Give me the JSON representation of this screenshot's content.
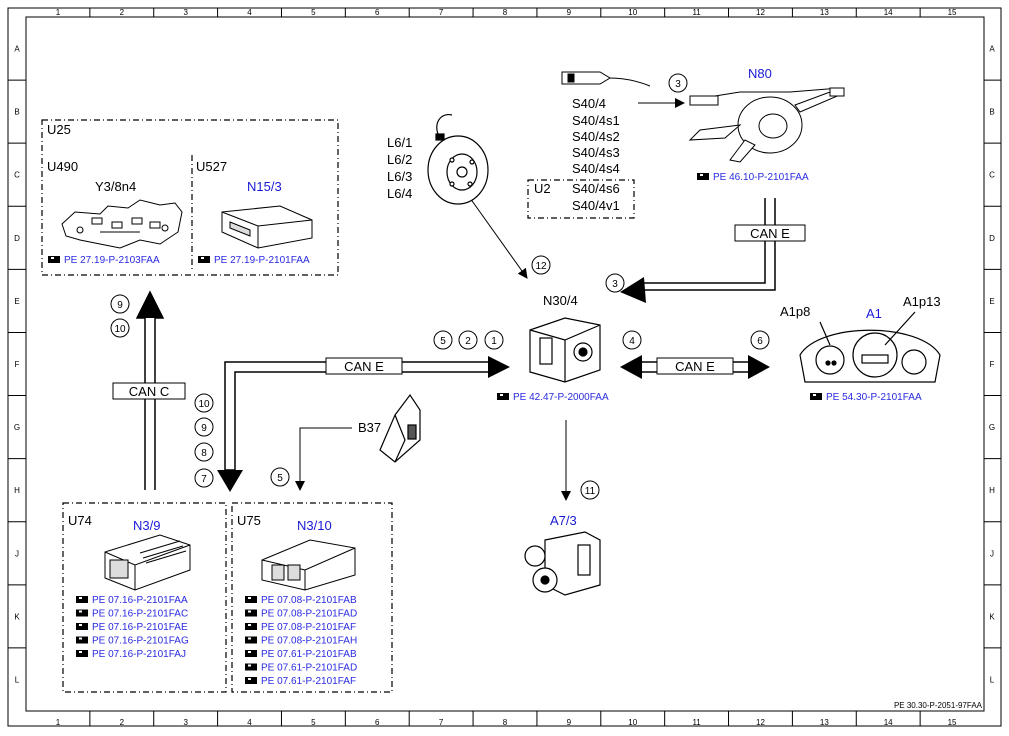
{
  "grid": {
    "columns": [
      "1",
      "2",
      "3",
      "4",
      "5",
      "6",
      "7",
      "8",
      "9",
      "10",
      "11",
      "12",
      "13",
      "14",
      "15"
    ],
    "rows": [
      "A",
      "B",
      "C",
      "D",
      "E",
      "F",
      "G",
      "H",
      "J",
      "K",
      "L"
    ]
  },
  "footer_code": "PE 30.30-P-2051-97FAA",
  "u25_group": {
    "label": "U25",
    "u490": {
      "label": "U490",
      "part": "Y3/8n4",
      "ref": "PE 27.19-P-2103FAA"
    },
    "u527": {
      "label": "U527",
      "part": "N15/3",
      "ref": "PE 27.19-P-2101FAA"
    }
  },
  "u74": {
    "label": "U74",
    "part": "N3/9",
    "refs": [
      "PE 07.16-P-2101FAA",
      "PE 07.16-P-2101FAC",
      "PE 07.16-P-2101FAE",
      "PE 07.16-P-2101FAG",
      "PE 07.16-P-2101FAJ"
    ]
  },
  "u75": {
    "label": "U75",
    "part": "N3/10",
    "refs": [
      "PE 07.08-P-2101FAB",
      "PE 07.08-P-2101FAD",
      "PE 07.08-P-2101FAF",
      "PE 07.08-P-2101FAH",
      "PE 07.61-P-2101FAB",
      "PE 07.61-P-2101FAD",
      "PE 07.61-P-2101FAF"
    ]
  },
  "l6": {
    "labels": [
      "L6/1",
      "L6/2",
      "L6/3",
      "L6/4"
    ]
  },
  "s40": {
    "labels": [
      "S40/4",
      "S40/4s1",
      "S40/4s2",
      "S40/4s3",
      "S40/4s4",
      "S40/4s6",
      "S40/4v1"
    ],
    "u2_label": "U2"
  },
  "n80": {
    "part": "N80",
    "ref": "PE 46.10-P-2101FAA"
  },
  "n30_4": {
    "part": "N30/4",
    "ref": "PE 42.47-P-2000FAA"
  },
  "a1": {
    "part": "A1",
    "sub1": "A1p8",
    "sub2": "A1p13",
    "ref": "PE 54.30-P-2101FAA"
  },
  "a7_3": {
    "part": "A7/3"
  },
  "b37": {
    "part": "B37"
  },
  "bus": {
    "can_e": "CAN E",
    "can_c": "CAN C"
  },
  "markers": {
    "m3_top": "3",
    "m12": "12",
    "m3_mid": "3",
    "m5": "5",
    "m2": "2",
    "m1": "1",
    "m4": "4",
    "m6": "6",
    "m9a": "9",
    "m10a": "10",
    "m10b": "10",
    "m9b": "9",
    "m8": "8",
    "m7": "7",
    "m5b": "5",
    "m11": "11"
  },
  "colors": {
    "part_label": "#1a1ad6",
    "ref_text": "#2a2ae0",
    "line": "#000000"
  }
}
